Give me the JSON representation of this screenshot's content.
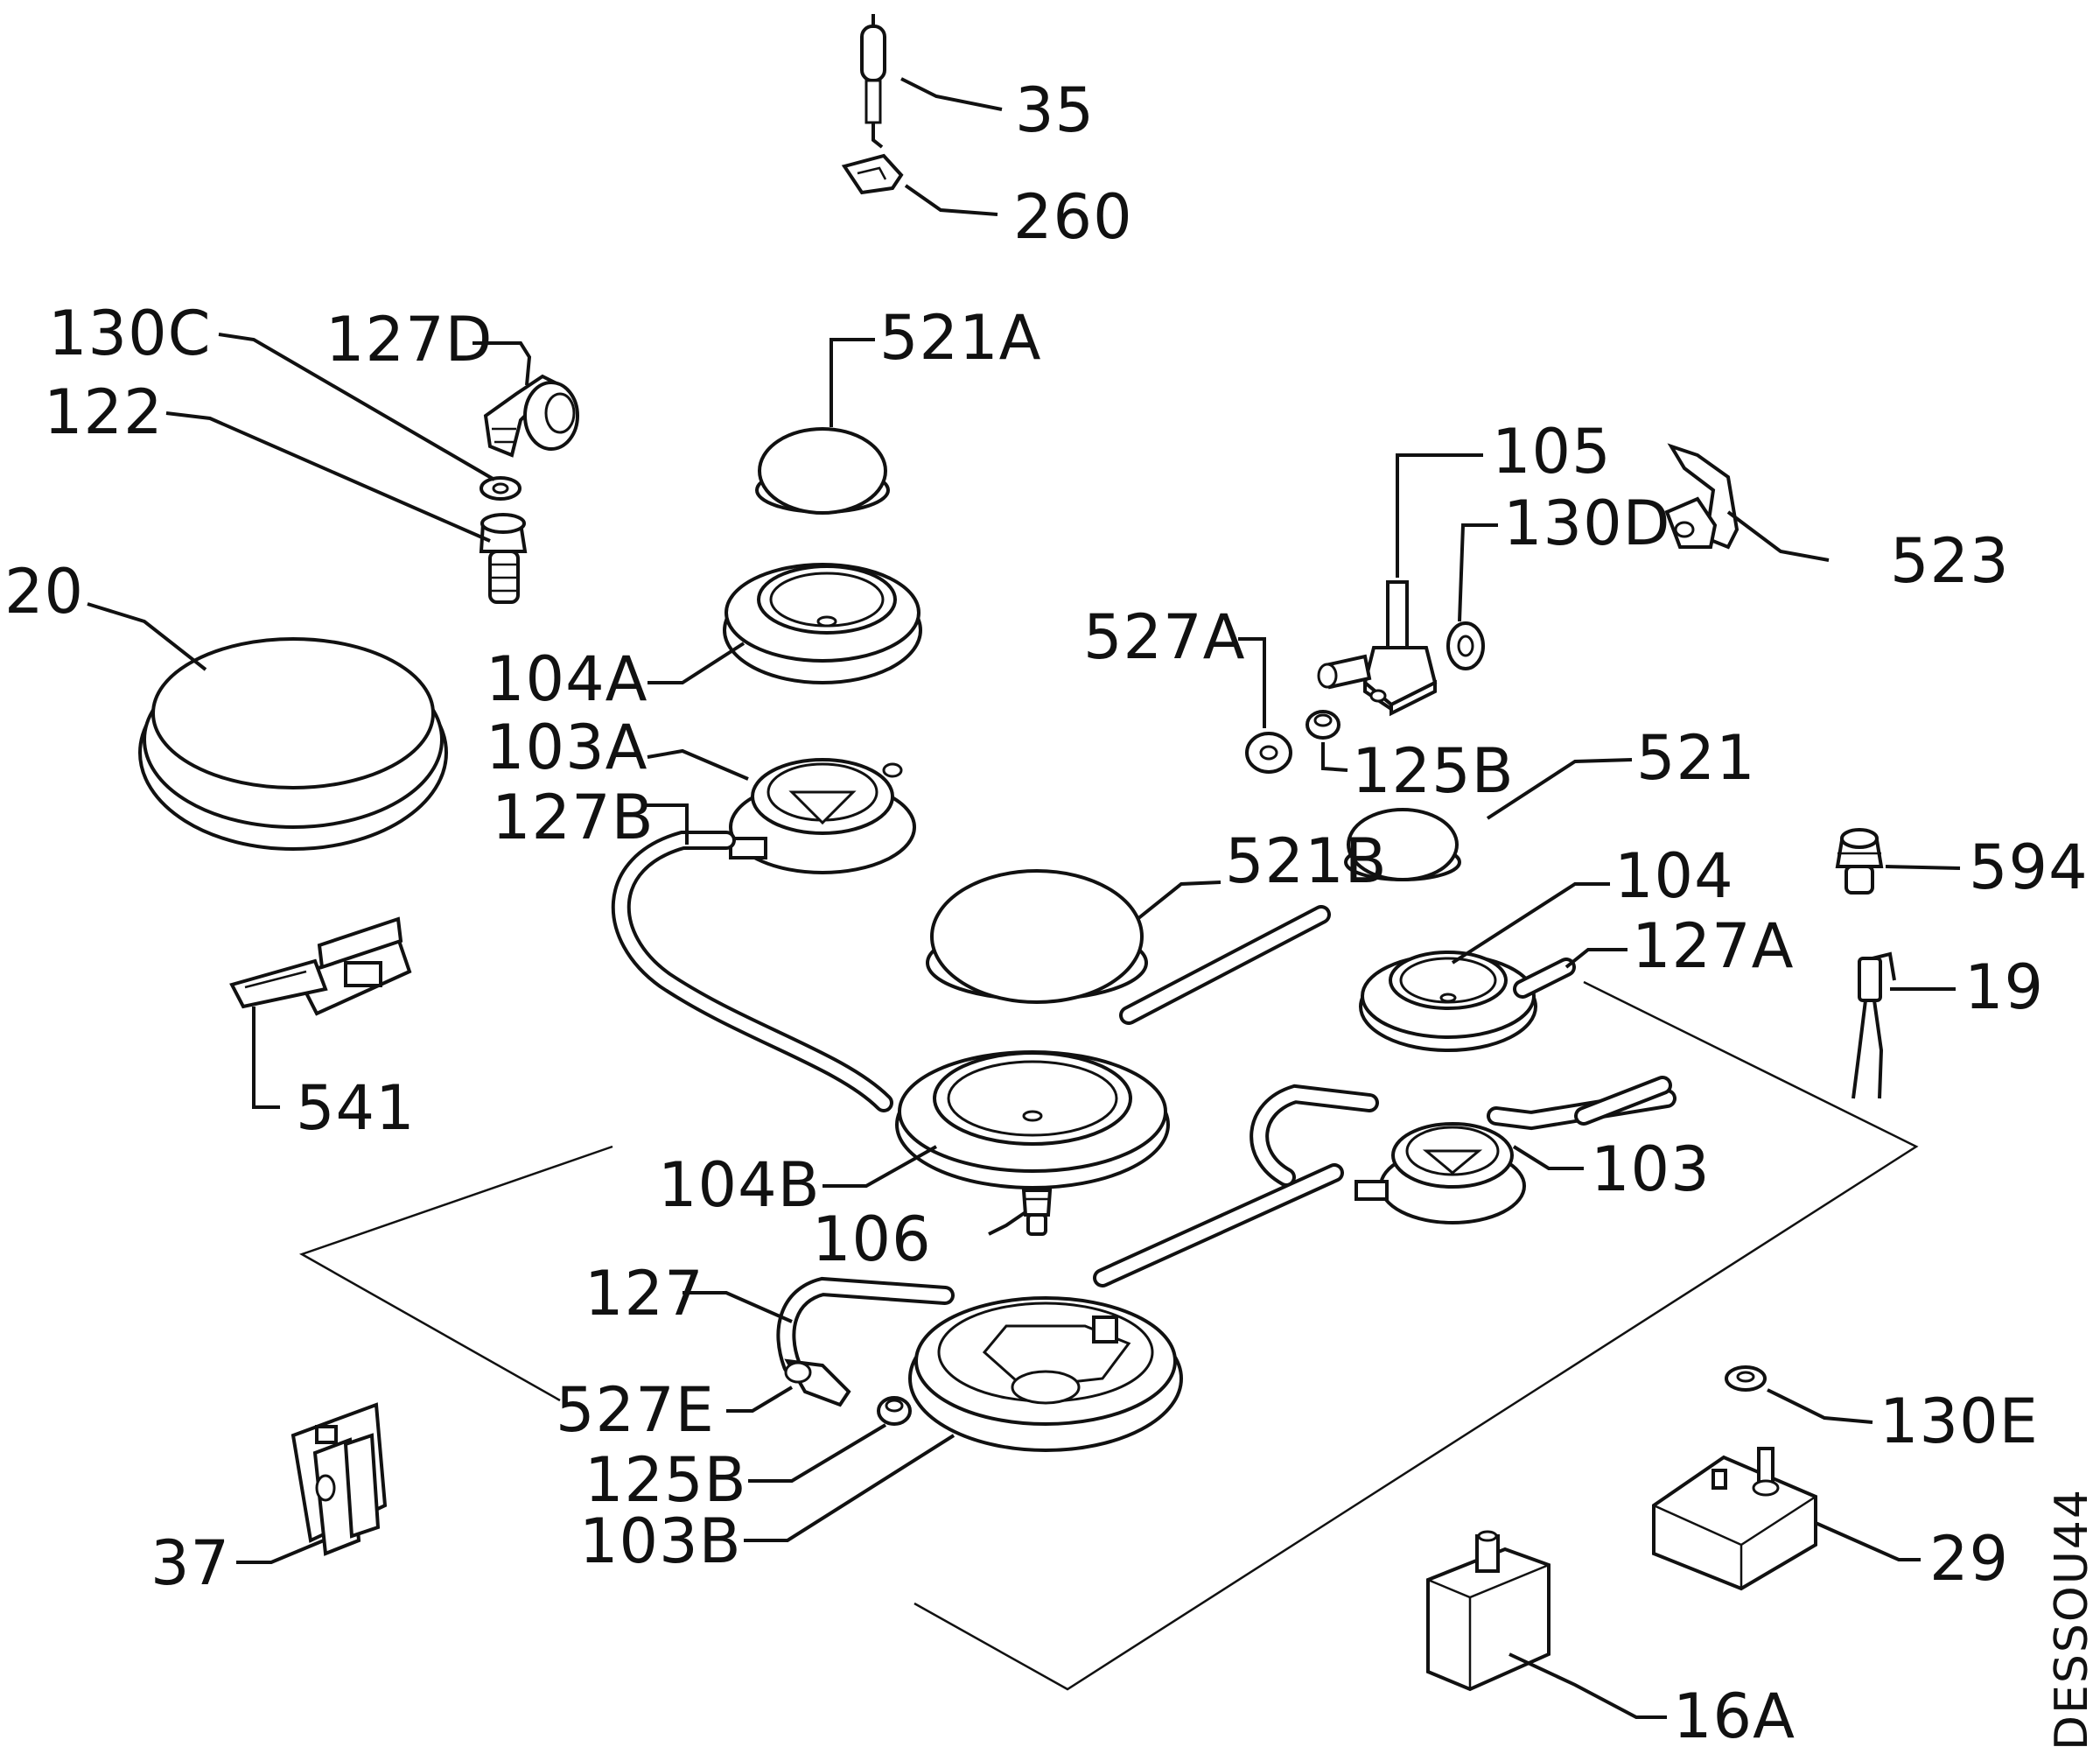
{
  "diagram": {
    "type": "exploded-parts-view",
    "drawing_code": "DESSOU44",
    "labels": {
      "p35": "35",
      "p260": "260",
      "p130C": "130C",
      "p127D": "127D",
      "p122": "122",
      "p521A": "521A",
      "p20": "20",
      "p104A": "104A",
      "p103A": "103A",
      "p127B": "127B",
      "p105": "105",
      "p130D": "130D",
      "p523": "523",
      "p527A": "527A",
      "p125B_top": "125B",
      "p521": "521",
      "p521B": "521B",
      "p594": "594",
      "p104": "104",
      "p127A": "127A",
      "p19": "19",
      "p541": "541",
      "p103": "103",
      "p104B": "104B",
      "p106": "106",
      "p127": "127",
      "p527E": "527E",
      "p125B_bottom": "125B",
      "p103B": "103B",
      "p130E": "130E",
      "p37": "37",
      "p29": "29",
      "p16A": "16A"
    }
  }
}
